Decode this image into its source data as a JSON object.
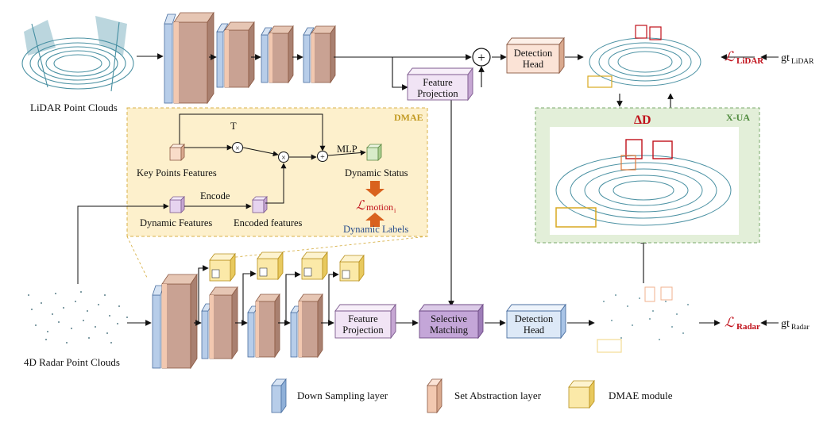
{
  "labels": {
    "lidar_caption": "LiDAR Point Clouds",
    "radar_caption": "4D Radar Point Clouds",
    "dmae_title": "DMAE",
    "xua_title": "X-UA",
    "delta_d": "ΔD",
    "t_label": "T",
    "mlp_label": "MLP",
    "encode_label": "Encode",
    "key_points": "Key Points Features",
    "dynamic_status": "Dynamic Status",
    "dynamic_features": "Dynamic Features",
    "encoded_features": "Encoded features",
    "dynamic_labels": "Dynamic Labels",
    "loss_motion_base": "motion",
    "loss_motion_sub": "i",
    "loss_lidar_sub": "LiDAR",
    "loss_radar_sub": "Radar",
    "gt_lidar_base": "gt",
    "gt_lidar_sub": "LiDAR",
    "gt_radar_base": "gt",
    "gt_radar_sub": "Radar",
    "loss_script": "ℒ",
    "times": "×",
    "plus": "+"
  },
  "blocks": {
    "feature_projection_top": [
      "Feature",
      "Projection"
    ],
    "detection_head_top": [
      "Detection",
      "Head"
    ],
    "feature_projection_bottom": [
      "Feature",
      "Projection"
    ],
    "selective_matching": [
      "Selective",
      "Matching"
    ],
    "detection_head_bottom": [
      "Detection",
      "Head"
    ]
  },
  "legend": [
    {
      "label": "Down Sampling layer",
      "color": "#a9c4e6"
    },
    {
      "label": "Set Abstraction layer",
      "color": "#e9b79a"
    },
    {
      "label": "DMAE module",
      "color": "#f3dc8a"
    }
  ],
  "colors": {
    "dmae_bg": "#fdf0cc",
    "dmae_border": "#d8b24a",
    "xua_bg": "#e3efd9",
    "xua_border": "#7aa86a",
    "loss_red": "#c0101a",
    "orange_arrow": "#d9621e",
    "dynamic_labels_blue": "#2a4e8c"
  }
}
